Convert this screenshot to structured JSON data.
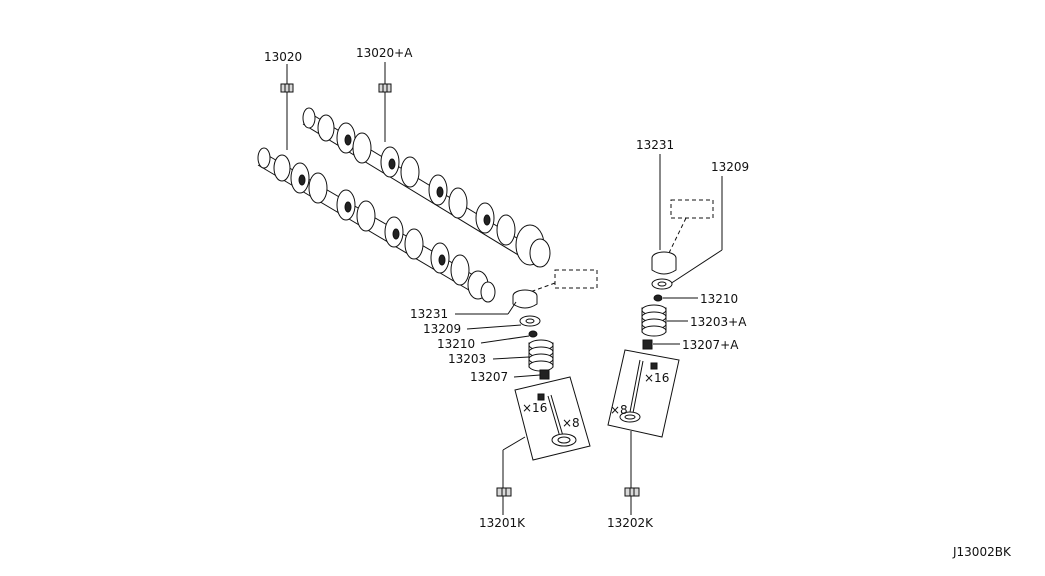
{
  "diagram_id": "J13002BK",
  "labels": {
    "cam_exhaust": "13020",
    "cam_intake": "13020+A",
    "retainer_l": "13231",
    "seat_l": "13209",
    "seal_l": "13210",
    "spring_l": "13203",
    "collet_l": "13207",
    "retainer_r": "13231",
    "seat_r": "13209",
    "seal_r": "13210",
    "spring_r": "13203+A",
    "collet_r": "13207+A",
    "valve_l": "13201K",
    "valve_r": "13202K"
  },
  "quantities": {
    "left_small": "×16",
    "left_valve": "×8",
    "right_small": "×16",
    "right_valve": "×8"
  }
}
